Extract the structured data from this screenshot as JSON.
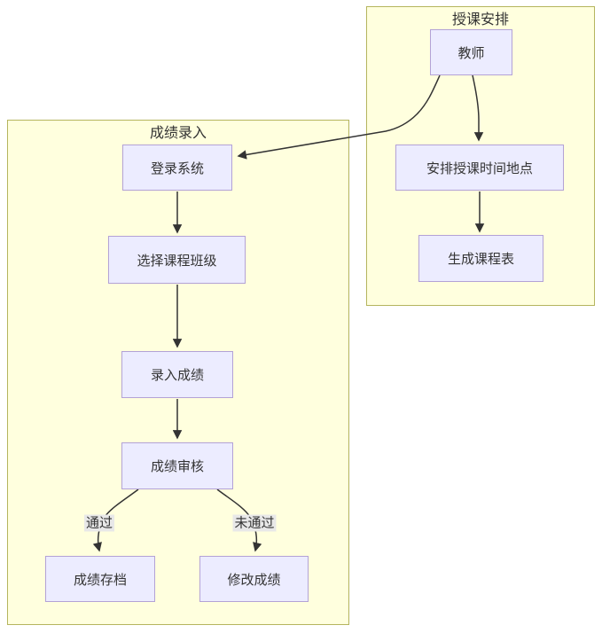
{
  "diagram": {
    "type": "flowchart",
    "clusters": {
      "teaching_schedule": {
        "title": "授课安排"
      },
      "grade_entry": {
        "title": "成绩录入"
      }
    },
    "nodes": {
      "teacher": {
        "label": "教师"
      },
      "arrange_time_place": {
        "label": "安排授课时间地点"
      },
      "generate_timetable": {
        "label": "生成课程表"
      },
      "login_system": {
        "label": "登录系统"
      },
      "select_course_class": {
        "label": "选择课程班级"
      },
      "enter_grades": {
        "label": "录入成绩"
      },
      "grade_review": {
        "label": "成绩审核"
      },
      "grade_archive": {
        "label": "成绩存档"
      },
      "modify_grades": {
        "label": "修改成绩"
      }
    },
    "edge_labels": {
      "pass": "通过",
      "fail": "未通过"
    },
    "edges": [
      {
        "from": "教师",
        "to": "登录系统",
        "label": ""
      },
      {
        "from": "教师",
        "to": "安排授课时间地点",
        "label": ""
      },
      {
        "from": "安排授课时间地点",
        "to": "生成课程表",
        "label": ""
      },
      {
        "from": "登录系统",
        "to": "选择课程班级",
        "label": ""
      },
      {
        "from": "选择课程班级",
        "to": "录入成绩",
        "label": ""
      },
      {
        "from": "录入成绩",
        "to": "成绩审核",
        "label": ""
      },
      {
        "from": "成绩审核",
        "to": "成绩存档",
        "label": "通过"
      },
      {
        "from": "成绩审核",
        "to": "修改成绩",
        "label": "未通过"
      }
    ]
  },
  "colors": {
    "cluster_fill": "#ffffde",
    "cluster_border": "#b5b55e",
    "node_fill": "#ececff",
    "node_border": "#b3a2d6",
    "edge": "#333333",
    "label_bg": "#e8e8e8",
    "text": "#333333"
  }
}
